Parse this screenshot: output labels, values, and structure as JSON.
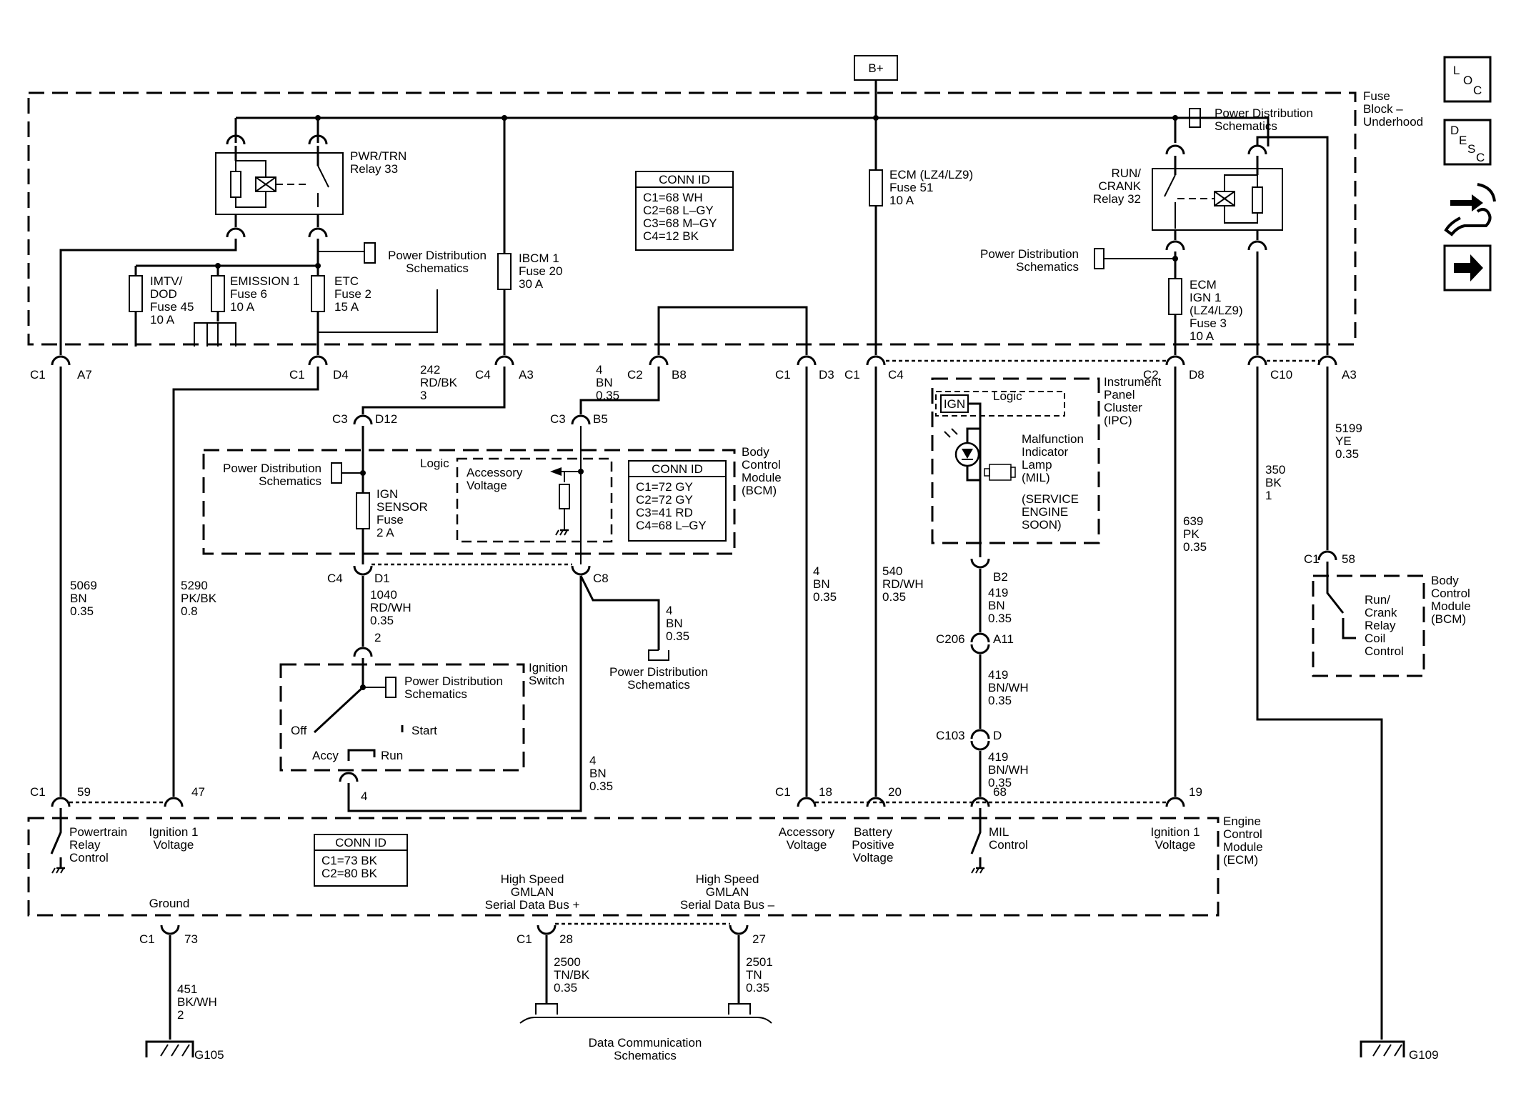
{
  "battery": "B+",
  "fuse_block": [
    "Fuse",
    "Block –",
    "Underhood"
  ],
  "power_dist": [
    "Power Distribution",
    "Schematics"
  ],
  "pwr_trn_relay": [
    "PWR/TRN",
    "Relay 33"
  ],
  "run_crank_relay": [
    "RUN/",
    "CRANK",
    "Relay 32"
  ],
  "fuses": {
    "imtv": [
      "IMTV/",
      "DOD",
      "Fuse 45",
      "10 A"
    ],
    "emission": [
      "EMISSION 1",
      "Fuse 6",
      "10 A"
    ],
    "etc": [
      "ETC",
      "Fuse 2",
      "15 A"
    ],
    "ibcm": [
      "IBCM 1",
      "Fuse 20",
      "30 A"
    ],
    "ecm": [
      "ECM (LZ4/LZ9)",
      "Fuse 51",
      "10 A"
    ],
    "ecm_ign": [
      "ECM",
      "IGN 1",
      "(LZ4/LZ9)",
      "Fuse 3",
      "10 A"
    ]
  },
  "conn_fuse_block": {
    "title": "CONN ID",
    "lines": [
      "C1=68 WH",
      "C2=68 L–GY",
      "C3=68 M–GY",
      "C4=12 BK"
    ]
  },
  "conn_bcm": {
    "title": "CONN ID",
    "lines": [
      "C1=72 GY",
      "C2=72 GY",
      "C3=41 RD",
      "C4=68 L–GY"
    ]
  },
  "conn_ecm": {
    "title": "CONN ID",
    "lines": [
      "C1=73 BK",
      "C2=80 BK"
    ]
  },
  "bcm_main": {
    "label": [
      "Body",
      "Control",
      "Module",
      "(BCM)"
    ],
    "logic": "Logic",
    "accessory": [
      "Accessory",
      "Voltage"
    ],
    "ign_sensor": [
      "IGN",
      "SENSOR",
      "Fuse",
      "2 A"
    ]
  },
  "bcm_right": {
    "label": [
      "Body",
      "Control",
      "Module",
      "(BCM)"
    ],
    "coil": [
      "Run/",
      "Crank",
      "Relay",
      "Coil",
      "Control"
    ]
  },
  "ipc": {
    "label": [
      "Instrument",
      "Panel",
      "Cluster",
      "(IPC)"
    ],
    "ign": "IGN",
    "logic": "Logic",
    "mil": [
      "Malfunction",
      "Indicator",
      "Lamp",
      "(MIL)"
    ],
    "service": [
      "(SERVICE",
      "ENGINE",
      "SOON)"
    ]
  },
  "ignition_switch": {
    "label": [
      "Ignition",
      "Switch"
    ],
    "off": "Off",
    "accy": "Accy",
    "run": "Run",
    "start": "Start"
  },
  "ecm": {
    "label": [
      "Engine",
      "Control",
      "Module",
      "(ECM)"
    ],
    "powertrain": [
      "Powertrain",
      "Relay",
      "Control"
    ],
    "ign1_left": [
      "Ignition 1",
      "Voltage"
    ],
    "accessory": [
      "Accessory",
      "Voltage"
    ],
    "battery": [
      "Battery",
      "Positive",
      "Voltage"
    ],
    "mil": [
      "MIL",
      "Control"
    ],
    "ign1_right": [
      "Ignition 1",
      "Voltage"
    ],
    "ground": "Ground",
    "gmlan_plus": [
      "High Speed",
      "GMLAN",
      "Serial Data Bus +"
    ],
    "gmlan_minus": [
      "High Speed",
      "GMLAN",
      "Serial Data Bus –"
    ]
  },
  "data_comm": [
    "Data Communication",
    "Schematics"
  ],
  "grounds": {
    "g105": "G105",
    "g109": "G109"
  },
  "connectors": {
    "c1_a7": [
      "C1",
      "A7"
    ],
    "c1_d4": [
      "C1",
      "D4"
    ],
    "c4_a3": [
      "C4",
      "A3"
    ],
    "c2_b8": [
      "C2",
      "B8"
    ],
    "c1_d3": [
      "C1",
      "D3"
    ],
    "c1_c4": [
      "C1",
      "C4"
    ],
    "d8": "D8",
    "c2_c10": [
      "C2",
      "C10"
    ],
    "a3_right": "A3",
    "c3_d12": [
      "C3",
      "D12"
    ],
    "c3_b5": [
      "C3",
      "B5"
    ],
    "c4_d1": [
      "C4",
      "D1"
    ],
    "c8": "C8",
    "sw_2": "2",
    "sw_4": "4",
    "c1_58": [
      "C1",
      "58"
    ],
    "b2": "B2",
    "c206": [
      "C206",
      "A11"
    ],
    "c103": [
      "C103",
      "D"
    ],
    "ecm_59": [
      "C1",
      "59"
    ],
    "ecm_47": "47",
    "ecm_18": [
      "C1",
      "18"
    ],
    "ecm_20": "20",
    "ecm_68": "68",
    "ecm_19": "19",
    "ecm_73": [
      "C1",
      "73"
    ],
    "ecm_28": [
      "C1",
      "28"
    ],
    "ecm_27": "27"
  },
  "wires": {
    "w5069": [
      "5069",
      "BN",
      "0.35"
    ],
    "w5290": [
      "5290",
      "PK/BK",
      "0.8"
    ],
    "w242": [
      "242",
      "RD/BK",
      "3"
    ],
    "w4_top": [
      "4",
      "BN",
      "0.35"
    ],
    "w4_d3": [
      "4",
      "BN",
      "0.35"
    ],
    "w540": [
      "540",
      "RD/WH",
      "0.35"
    ],
    "w639": [
      "639",
      "PK",
      "0.35"
    ],
    "w350": [
      "350",
      "BK",
      "1"
    ],
    "w5199": [
      "5199",
      "YE",
      "0.35"
    ],
    "w1040": [
      "1040",
      "RD/WH",
      "0.35"
    ],
    "w4_c8": [
      "4",
      "BN",
      "0.35"
    ],
    "w4_sw": [
      "4",
      "BN",
      "0.35"
    ],
    "w419a": [
      "419",
      "BN",
      "0.35"
    ],
    "w419b": [
      "419",
      "BN/WH",
      "0.35"
    ],
    "w419c": [
      "419",
      "BN/WH",
      "0.35"
    ],
    "w451": [
      "451",
      "BK/WH",
      "2"
    ],
    "w2500": [
      "2500",
      "TN/BK",
      "0.35"
    ],
    "w2501": [
      "2501",
      "TN",
      "0.35"
    ]
  },
  "nav": {
    "loc": [
      "L",
      "O",
      "C"
    ],
    "desc": [
      "D",
      "E",
      "S",
      "C"
    ]
  }
}
